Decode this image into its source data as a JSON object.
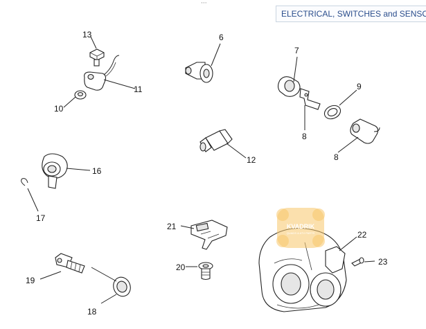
{
  "header": {
    "title": "ELECTRICAL, SWITCHES and SENSO"
  },
  "corner_mark": "···",
  "callouts": {
    "c13": "13",
    "c11": "11",
    "c10": "10",
    "c6": "6",
    "c7": "7",
    "c9": "9",
    "c8a": "8",
    "c8b": "8",
    "c12": "12",
    "c16": "16",
    "c17": "17",
    "c21": "21",
    "c20": "20",
    "c22": "22",
    "c23": "23",
    "c19": "19",
    "c18": "18"
  },
  "watermark": {
    "brand": "KVADRIK",
    "tagline": "QUADS & ATV PARTS"
  },
  "colors": {
    "title_text": "#2a4d8c",
    "title_border": "#c9d4e0",
    "watermark": "#f7c66a"
  }
}
